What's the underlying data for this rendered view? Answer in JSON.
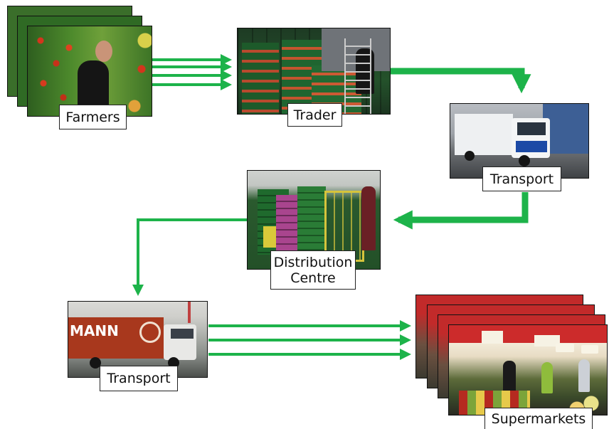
{
  "colors": {
    "arrow": "#1db34a",
    "label_border": "#222222",
    "label_bg": "#ffffff"
  },
  "nodes": {
    "farmers": {
      "label": "Farmers",
      "icon": "farmer-greenhouse-photo"
    },
    "trader": {
      "label": "Trader",
      "icon": "crate-stack-photo"
    },
    "transport1": {
      "label": "Transport",
      "icon": "lorry-photo"
    },
    "distribution": {
      "label": "Distribution\nCentre",
      "icon": "warehouse-photo"
    },
    "transport2": {
      "label": "Transport",
      "icon": "truck-trailer-photo"
    },
    "supermarkets": {
      "label": "Supermarkets",
      "icon": "supermarket-photo"
    }
  }
}
